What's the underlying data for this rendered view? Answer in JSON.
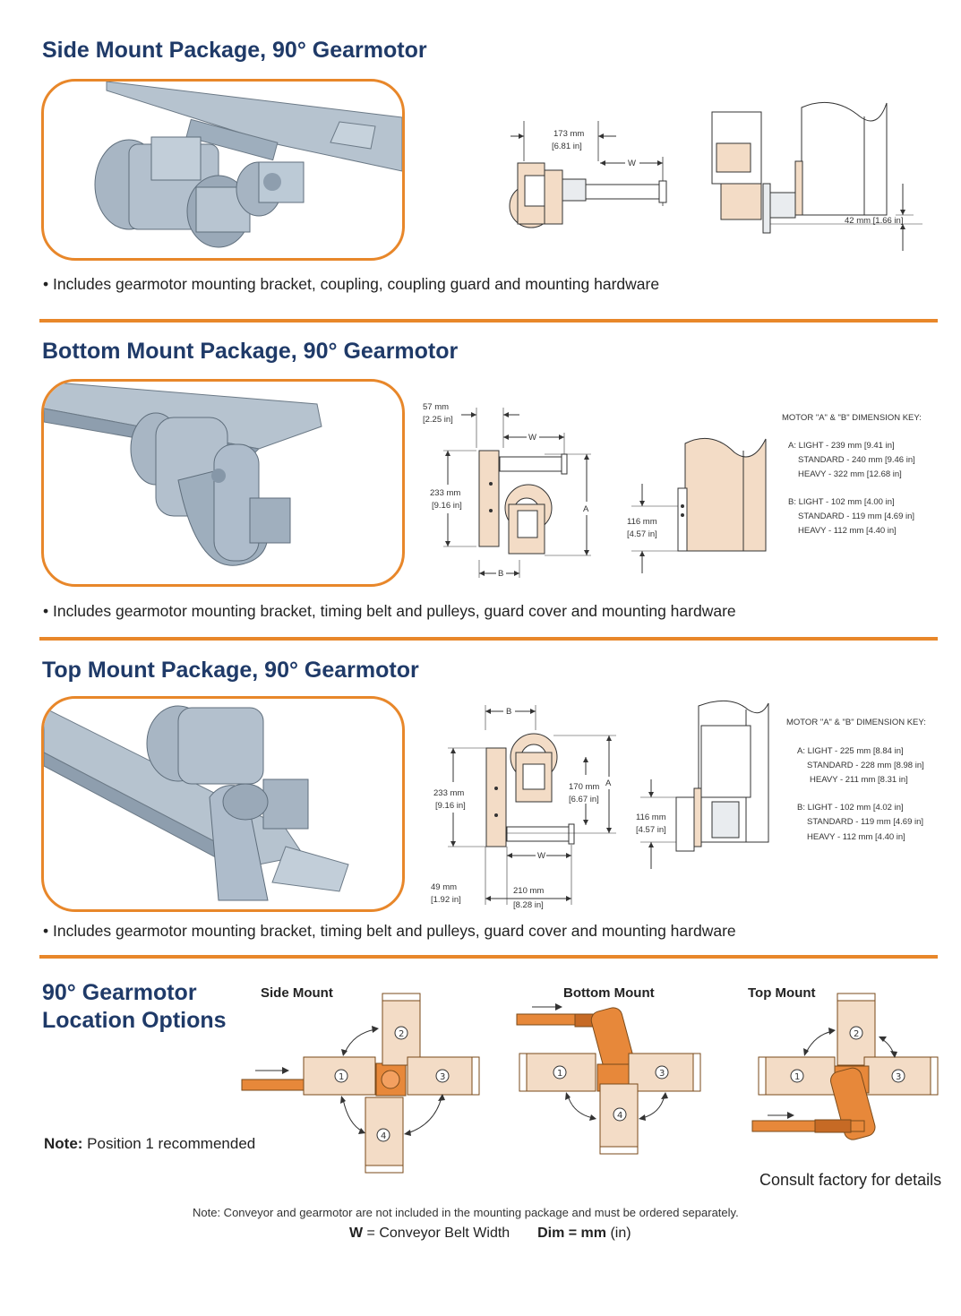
{
  "sections": {
    "side": {
      "title": "Side Mount Package, 90° Gearmotor",
      "bullet": "• Includes gearmotor mounting bracket, coupling, coupling guard and mounting hardware",
      "dim_173": "173 mm",
      "dim_173_in": "[6.81 in]",
      "dim_w": "W",
      "dim_42": "42 mm [1.66 in]"
    },
    "bottom": {
      "title": "Bottom Mount Package, 90° Gearmotor",
      "bullet": "• Includes gearmotor mounting bracket, timing belt and pulleys, guard cover and mounting hardware",
      "dim_57": "57 mm",
      "dim_57_in": "[2.25 in]",
      "dim_233": "233 mm",
      "dim_233_in": "[9.16 in]",
      "dim_116": "116 mm",
      "dim_116_in": "[4.57 in]",
      "dim_w": "W",
      "dim_a": "A",
      "dim_b": "B",
      "key_title": "MOTOR \"A\" & \"B\" DIMENSION KEY:",
      "key_a1": "A: LIGHT - 239 mm [9.41 in]",
      "key_a2": "STANDARD - 240 mm [9.46 in]",
      "key_a3": "HEAVY - 322 mm [12.68 in]",
      "key_b1": "B: LIGHT - 102 mm [4.00 in]",
      "key_b2": "STANDARD - 119 mm [4.69 in]",
      "key_b3": "HEAVY - 112 mm [4.40 in]"
    },
    "top": {
      "title": "Top Mount Package, 90° Gearmotor",
      "bullet": "• Includes gearmotor mounting bracket, timing belt and pulleys, guard cover and mounting hardware",
      "dim_b": "B",
      "dim_a": "A",
      "dim_w": "W",
      "dim_170": "170 mm",
      "dim_170_in": "[6.67 in]",
      "dim_233": "233 mm",
      "dim_233_in": "[9.16 in]",
      "dim_116": "116 mm",
      "dim_116_in": "[4.57 in]",
      "dim_49": "49 mm",
      "dim_49_in": "[1.92 in]",
      "dim_210": "210 mm",
      "dim_210_in": "[8.28 in]",
      "key_title": "MOTOR \"A\" & \"B\" DIMENSION KEY:",
      "key_a1": "A: LIGHT - 225 mm [8.84 in]",
      "key_a2": "STANDARD - 228 mm [8.98 in]",
      "key_a3": "HEAVY - 211 mm [8.31 in]",
      "key_b1": "B: LIGHT - 102 mm [4.02 in]",
      "key_b2": "STANDARD - 119 mm [4.69 in]",
      "key_b3": "HEAVY - 112 mm [4.40 in]"
    }
  },
  "location": {
    "title_line1": "90° Gearmotor",
    "title_line2": "Location Options",
    "side_label": "Side Mount",
    "bottom_label": "Bottom Mount",
    "top_label": "Top Mount",
    "note_label": "Note:",
    "note_text": " Position 1 recommended",
    "consult": "Consult factory for details",
    "pos1": "1",
    "pos2": "2",
    "pos3": "3",
    "pos4": "4"
  },
  "footer": {
    "note": "Note: Conveyor and gearmotor are not included in the mounting package and must be ordered separately.",
    "w_label": "W",
    "w_text": " = Conveyor Belt Width",
    "dim_label": "Dim = mm",
    "dim_text": " (in)"
  },
  "colors": {
    "heading": "#1f3a68",
    "accent": "#e8872a",
    "beige": "#f3dcc6",
    "orange_part": "#e7883a"
  }
}
